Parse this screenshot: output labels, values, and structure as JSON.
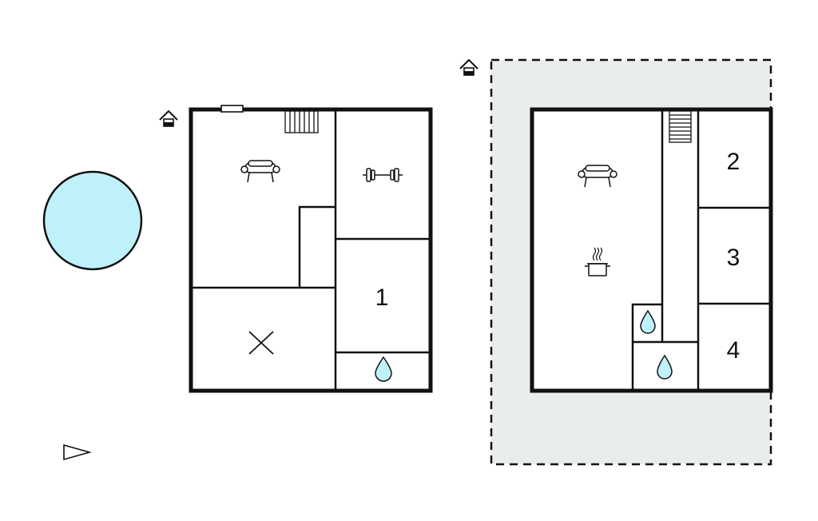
{
  "colors": {
    "wall": "#111111",
    "pool": "#bff1fb",
    "water": "#bff1fb",
    "terrace": "#e9eded",
    "background": "#ffffff"
  },
  "pool": {
    "icon": "pool-icon"
  },
  "compass": {
    "icon": "north-arrow-icon"
  },
  "building_left": {
    "entrance_icon": "house-entrance-icon",
    "rooms": {
      "bedroom_1": {
        "label": "1"
      }
    },
    "icons": [
      "stairs-icon",
      "sofa-icon",
      "dumbbell-icon",
      "cross-icon",
      "water-drop-icon",
      "window-icon"
    ]
  },
  "building_right": {
    "entrance_icon": "house-entrance-icon",
    "rooms": {
      "bedroom_2": {
        "label": "2"
      },
      "bedroom_3": {
        "label": "3"
      },
      "bedroom_4": {
        "label": "4"
      }
    },
    "icons": [
      "stairs-icon",
      "sofa-icon",
      "cooking-pot-icon",
      "water-drop-icon",
      "water-drop-icon"
    ]
  }
}
